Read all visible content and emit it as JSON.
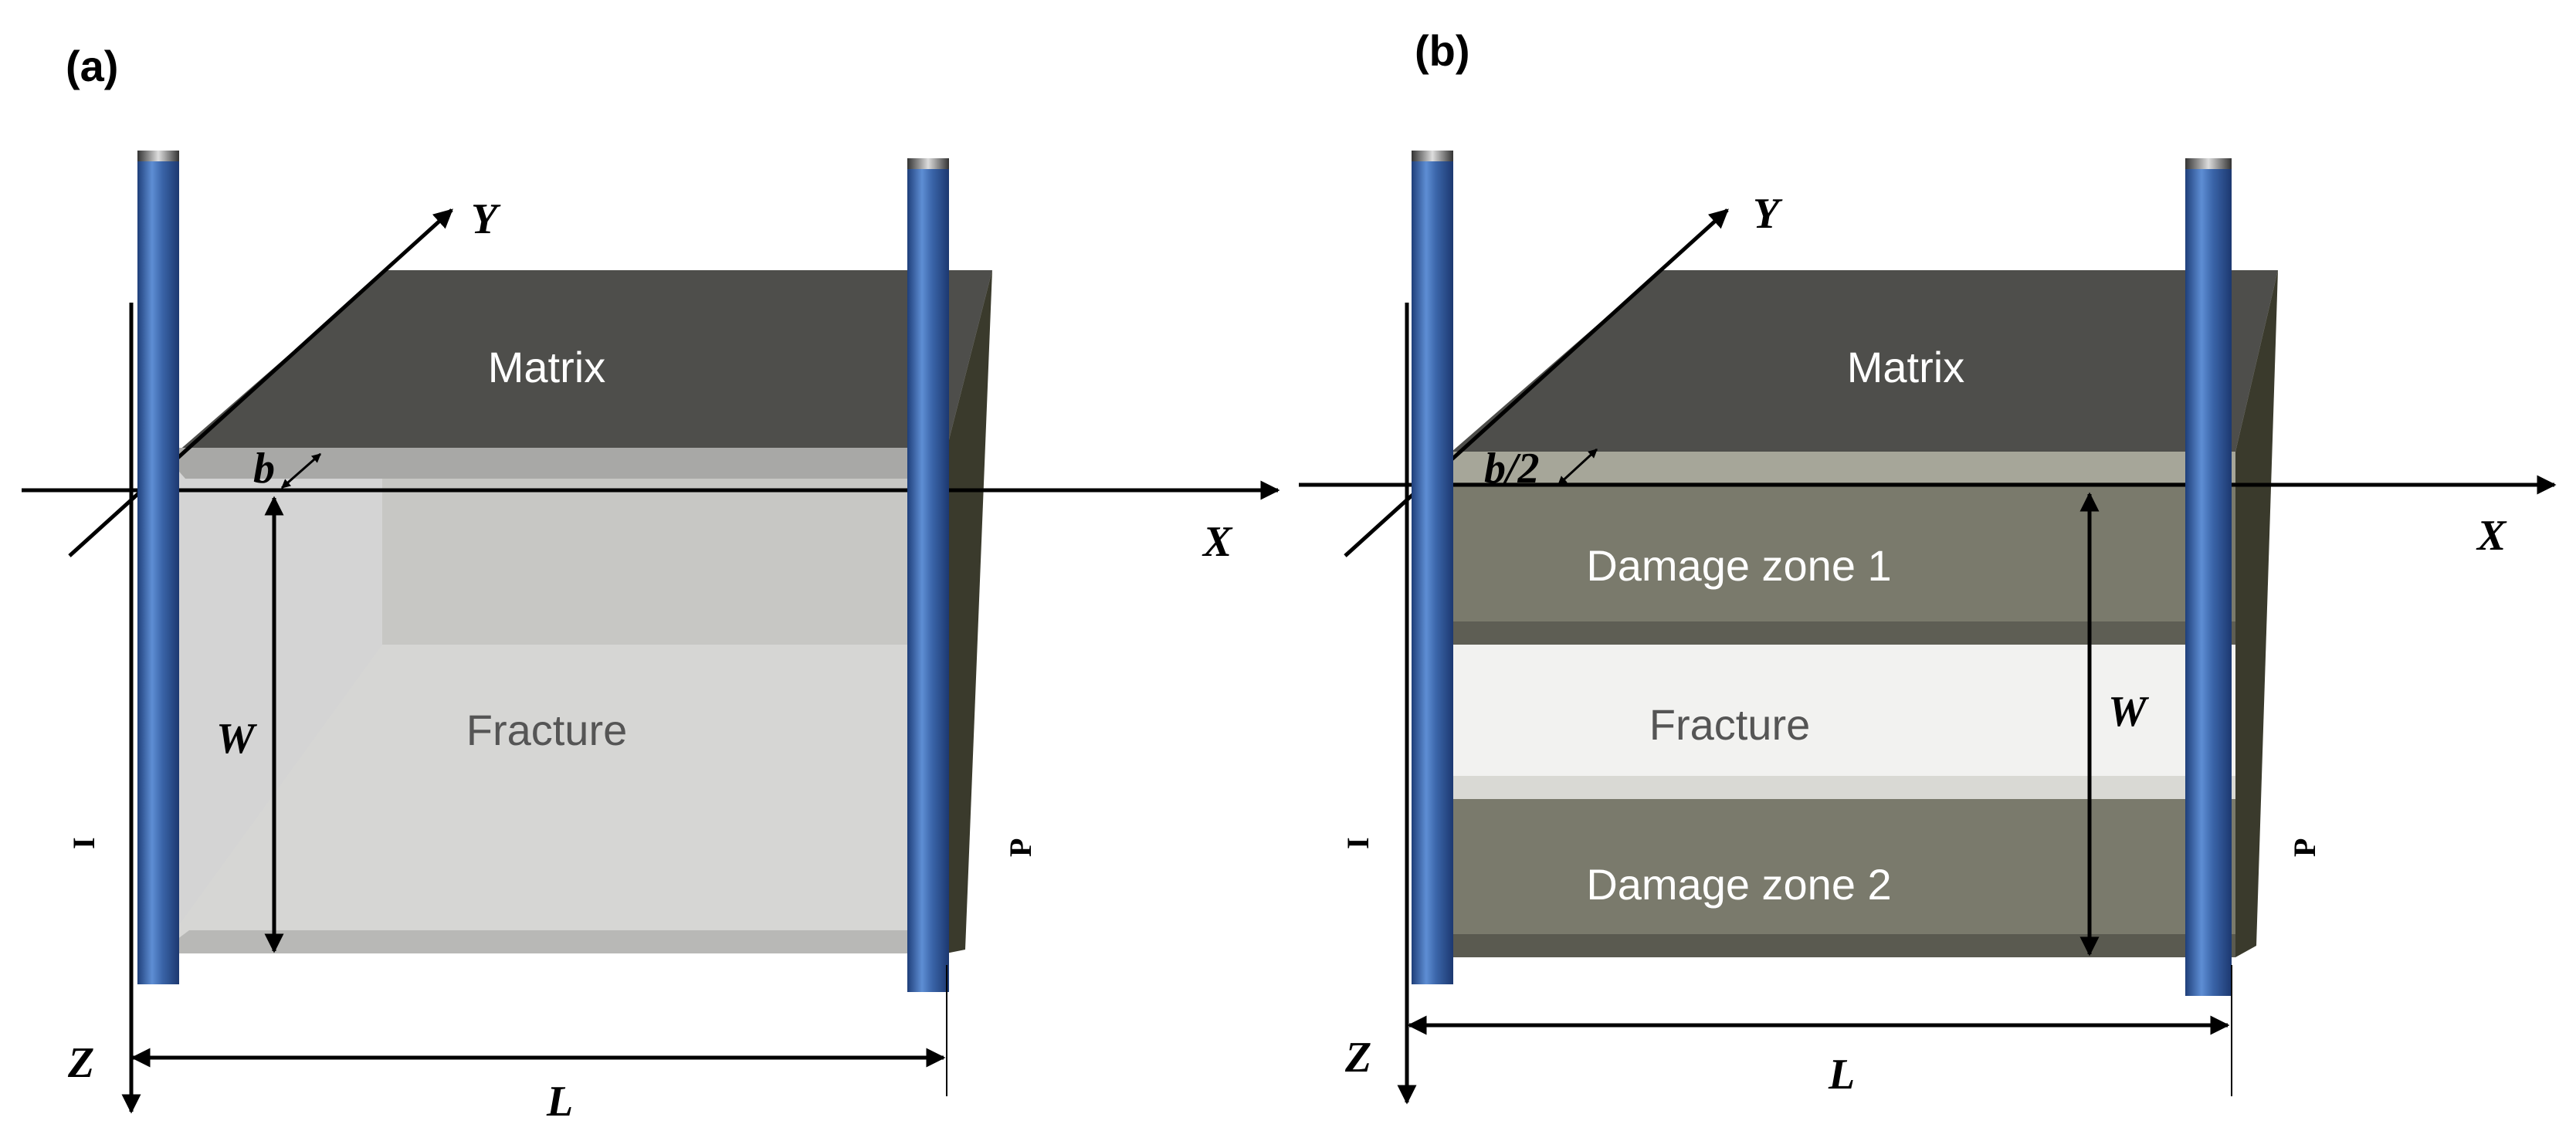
{
  "panel_a": {
    "label": "(a)",
    "matrix_label": "Matrix",
    "fracture_label": "Fracture",
    "aperture_label": "b",
    "axis_x": "X",
    "axis_y": "Y",
    "axis_z": "Z",
    "width_label": "W",
    "length_label": "L",
    "injection_well_label": "I",
    "production_well_label": "P"
  },
  "panel_b": {
    "label": "(b)",
    "matrix_label": "Matrix",
    "damage_zone_1_label": "Damage zone 1",
    "fracture_label": "Fracture",
    "damage_zone_2_label": "Damage zone 2",
    "aperture_label": "b/2",
    "axis_x": "X",
    "axis_y": "Y",
    "axis_z": "Z",
    "width_label": "W",
    "length_label": "L",
    "injection_well_label": "I",
    "production_well_label": "P"
  },
  "colors": {
    "matrix": "#4e4e4b",
    "fracture_a": "#d2d2d2",
    "damage_zone": "#7a7a6c",
    "fracture_b": "#f2f2f0",
    "well": "#3a64a8",
    "side_face": "#3a3a2c"
  }
}
